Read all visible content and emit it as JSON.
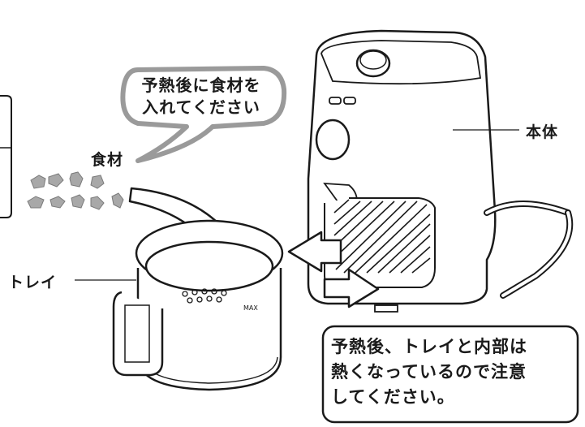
{
  "labels": {
    "speech_bubble_line1": "予熱後に食材を",
    "speech_bubble_line2": "入れてください",
    "food": "食材",
    "tray": "トレイ",
    "body": "本体",
    "max_mark": "MAX"
  },
  "warning": {
    "line1": "予熱後、トレイと内部は",
    "line2": "熱くなっているので注意",
    "line3": "してください。"
  },
  "colors": {
    "line": "#1a1a1a",
    "bubble_fill": "#ffffff",
    "bubble_stroke": "#9a9a9a",
    "food_gray": "#a8a8a8",
    "arrow_fill": "#ffffff"
  }
}
